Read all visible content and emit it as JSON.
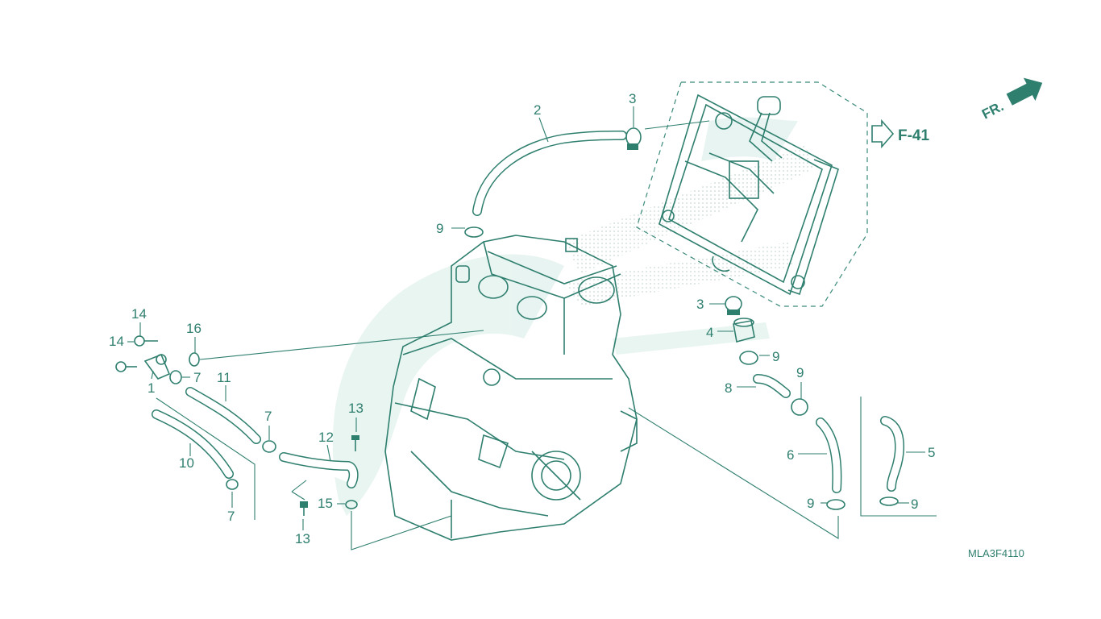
{
  "diagram": {
    "drawing_code": "MLA3F4110",
    "reference": "F-41",
    "direction_label": "FR.",
    "callouts": [
      {
        "id": "c-2",
        "text": "2"
      },
      {
        "id": "c-3a",
        "text": "3"
      },
      {
        "id": "c-3b",
        "text": "3"
      },
      {
        "id": "c-4",
        "text": "4"
      },
      {
        "id": "c-9a",
        "text": "9"
      },
      {
        "id": "c-9b",
        "text": "9"
      },
      {
        "id": "c-9c",
        "text": "9"
      },
      {
        "id": "c-9d",
        "text": "9"
      },
      {
        "id": "c-9e",
        "text": "9"
      },
      {
        "id": "c-8",
        "text": "8"
      },
      {
        "id": "c-6",
        "text": "6"
      },
      {
        "id": "c-5",
        "text": "5"
      },
      {
        "id": "c-14a",
        "text": "14"
      },
      {
        "id": "c-14b",
        "text": "14"
      },
      {
        "id": "c-16",
        "text": "16"
      },
      {
        "id": "c-1",
        "text": "1"
      },
      {
        "id": "c-7a",
        "text": "7"
      },
      {
        "id": "c-7b",
        "text": "7"
      },
      {
        "id": "c-7c",
        "text": "7"
      },
      {
        "id": "c-11",
        "text": "11"
      },
      {
        "id": "c-10",
        "text": "10"
      },
      {
        "id": "c-12",
        "text": "12"
      },
      {
        "id": "c-13a",
        "text": "13"
      },
      {
        "id": "c-13b",
        "text": "13"
      },
      {
        "id": "c-15",
        "text": "15"
      }
    ],
    "colors": {
      "line": "#2f7f6f",
      "watermark": "#d7ece6",
      "background": "#ffffff"
    }
  }
}
